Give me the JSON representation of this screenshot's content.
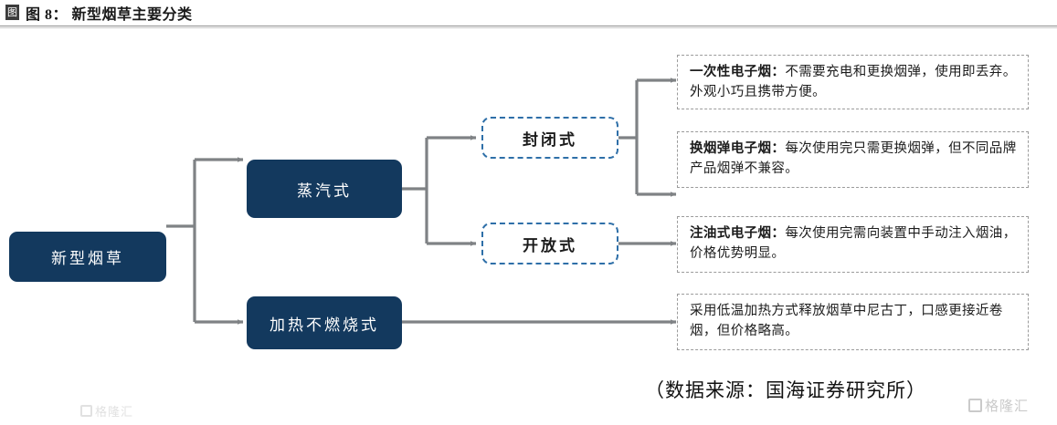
{
  "header": {
    "icon": "chart-figure-icon",
    "icon_glyph": "图",
    "title": "图 8： 新型烟草主要分类"
  },
  "diagram": {
    "type": "tree-flowchart",
    "root": {
      "label": "新型烟草",
      "style": "solid-navy"
    },
    "level2": [
      {
        "label": "蒸汽式",
        "style": "solid-navy"
      },
      {
        "label": "加热不燃烧式",
        "style": "solid-navy"
      }
    ],
    "level3": [
      {
        "label": "封闭式",
        "style": "dashed-blue"
      },
      {
        "label": "开放式",
        "style": "dashed-blue"
      }
    ],
    "panels": [
      {
        "id": "disposable",
        "term": "一次性电子烟：",
        "text": "不需要充电和更换烟弹，使用即丢弃。外观小巧且携带方便。"
      },
      {
        "id": "replaceable-pod",
        "term": "换烟弹电子烟：",
        "text": "每次使用完只需更换烟弹，但不同品牌产品烟弹不兼容。"
      },
      {
        "id": "refillable-oil",
        "term": "注油式电子烟：",
        "text": "每次使用完需向装置中手动注入烟油，价格优势明显。"
      },
      {
        "id": "heat-not-burn",
        "term": "",
        "text": "采用低温加热方式释放烟草中尼古丁，口感更接近卷烟，但价格略高。"
      }
    ]
  },
  "source_note": "（数据来源：国海证券研究所）",
  "watermarks": [
    {
      "id": "bottom-left",
      "text": "格隆汇"
    },
    {
      "id": "over-source",
      "text": "格隆汇"
    }
  ],
  "colors": {
    "navy_fill": "#13395e",
    "dashed_blue": "#2e6fa8",
    "panel_border": "#9b9b9b",
    "connector": "#7f8285",
    "rule": "#8f8f8f"
  }
}
